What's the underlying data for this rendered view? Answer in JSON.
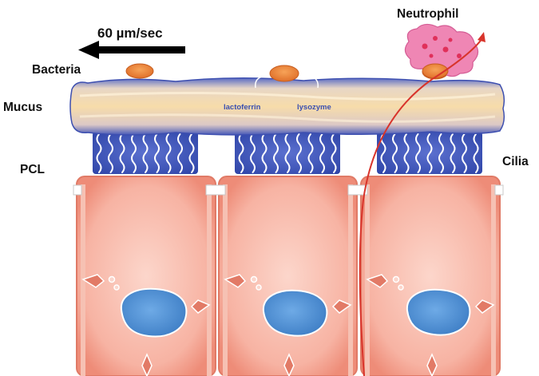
{
  "labels": {
    "speed": "60 µm/sec",
    "bacteria": "Bacteria",
    "mucus": "Mucus",
    "pcl": "PCL",
    "cilia": "Cilia",
    "neutrophil": "Neutrophil",
    "lactoferrin": "lactoferrin",
    "lysozyme": "lysozyme"
  },
  "colors": {
    "cell_fill": "#f4a898",
    "cell_inner": "#fbd0c4",
    "cell_edge": "#e9816e",
    "nucleus": "#4f93d6",
    "mucus_light": "#f6dcb3",
    "mucus_edge": "#4658b8",
    "cilia_blue": "#3d54b4",
    "bacteria": "#ef8b3c",
    "neutrophil": "#ef86b4",
    "migration_path": "#d8342b",
    "arrow": "#000000"
  },
  "icons": {
    "flow_arrow": "left-arrow-icon"
  }
}
